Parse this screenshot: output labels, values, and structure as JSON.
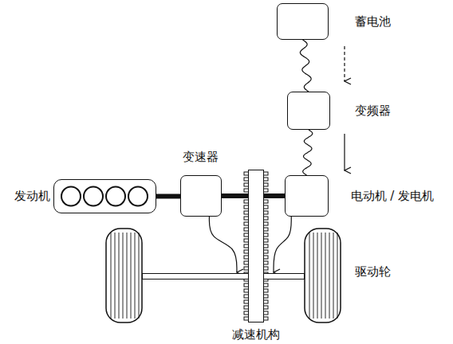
{
  "diagram": {
    "nodes": [
      {
        "text": [
          "蓄电池"
        ]
      },
      {
        "text": [
          "变频器"
        ]
      },
      {
        "text": [
          "变速器"
        ]
      },
      {
        "text": [
          "发动机"
        ]
      },
      {
        "text": [
          "电动机 / 发电机"
        ]
      },
      {
        "text": [
          "驱动轮"
        ]
      },
      {
        "text": [
          "减速机构"
        ]
      }
    ],
    "edges": [
      {
        "from": 0,
        "to": 1,
        "arrow": "none"
      },
      {
        "from": 1,
        "to": 4,
        "arrow": "none"
      },
      {
        "from": 3,
        "to": 2,
        "arrow": "none"
      },
      {
        "from": 2,
        "to": 6,
        "arrow": "none"
      },
      {
        "from": 6,
        "to": 4,
        "arrow": "none"
      },
      {
        "from": 2,
        "to": 5,
        "arrow": "to"
      },
      {
        "from": 4,
        "to": 5,
        "arrow": "to"
      }
    ]
  }
}
